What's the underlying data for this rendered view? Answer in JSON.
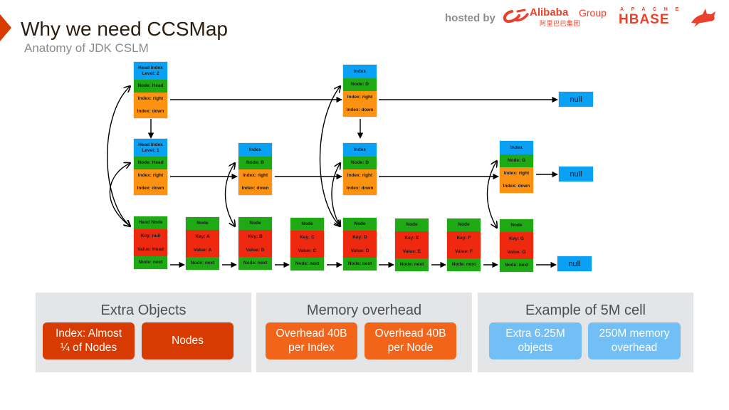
{
  "header": {
    "title": "Why we need CCSMap",
    "subtitle": "Anatomy of JDK CSLM",
    "hosted_by": "hosted by",
    "alibaba_name": "Alibaba",
    "alibaba_group": "Group",
    "alibaba_cn": "阿里巴巴集团",
    "apache": "APACHE",
    "hbase": "HBASE",
    "icons": [
      "alibaba-logo-icon",
      "hbase-orca-icon",
      "accent-chevron"
    ],
    "colors": {
      "accent": "#d83b01",
      "brand_red": "#e8412c"
    }
  },
  "diagram": {
    "colors": {
      "index_header": "#0aa1f5",
      "node_ref": "#1faa15",
      "pointer": "#fb9211",
      "key_value": "#ef2810"
    },
    "level2": [
      {
        "rows": [
          "Head Index\nLevel: 2",
          "Node: Head",
          "Index: right",
          "Index: down"
        ]
      },
      {
        "rows": [
          "Index",
          "Node: D",
          "Index: right",
          "Index: down"
        ]
      }
    ],
    "level1": [
      {
        "rows": [
          "Head Index\nLevel: 1",
          "Node: Head",
          "Index: right",
          "Index: down"
        ]
      },
      {
        "rows": [
          "Index",
          "Node: B",
          "Index: right",
          "Index: down"
        ]
      },
      {
        "rows": [
          "Index",
          "Node: D",
          "Index: right",
          "Index: down"
        ]
      },
      {
        "rows": [
          "Index",
          "Node: G",
          "Index: right",
          "Index: down"
        ]
      }
    ],
    "nodes": [
      {
        "rows": [
          "Head Node",
          "Key: null",
          "Value: Head",
          "Node: next"
        ]
      },
      {
        "rows": [
          "Node",
          "Key: A",
          "Value: A",
          "Node: next"
        ]
      },
      {
        "rows": [
          "Node",
          "Key: B",
          "Value: B",
          "Node: next"
        ]
      },
      {
        "rows": [
          "Node",
          "Key: C",
          "Value: C",
          "Node: next"
        ]
      },
      {
        "rows": [
          "Node",
          "Key: D",
          "Value: D",
          "Node: next"
        ]
      },
      {
        "rows": [
          "Node",
          "Key: E",
          "Value: E",
          "Node: next"
        ]
      },
      {
        "rows": [
          "Node",
          "Key: F",
          "Value: F",
          "Node: next"
        ]
      },
      {
        "rows": [
          "Node",
          "Key: G",
          "Value: G",
          "Node: next"
        ]
      }
    ],
    "null_label": "null"
  },
  "panels": [
    {
      "title": "Extra Objects",
      "items": [
        "Index: Almost\n¼ of Nodes",
        "Nodes"
      ]
    },
    {
      "title": "Memory overhead",
      "items": [
        "Overhead 40B\nper Index",
        "Overhead 40B\nper Node"
      ]
    },
    {
      "title": "Example of 5M cell",
      "items": [
        "Extra 6.25M\nobjects",
        "250M memory\noverhead"
      ]
    }
  ]
}
